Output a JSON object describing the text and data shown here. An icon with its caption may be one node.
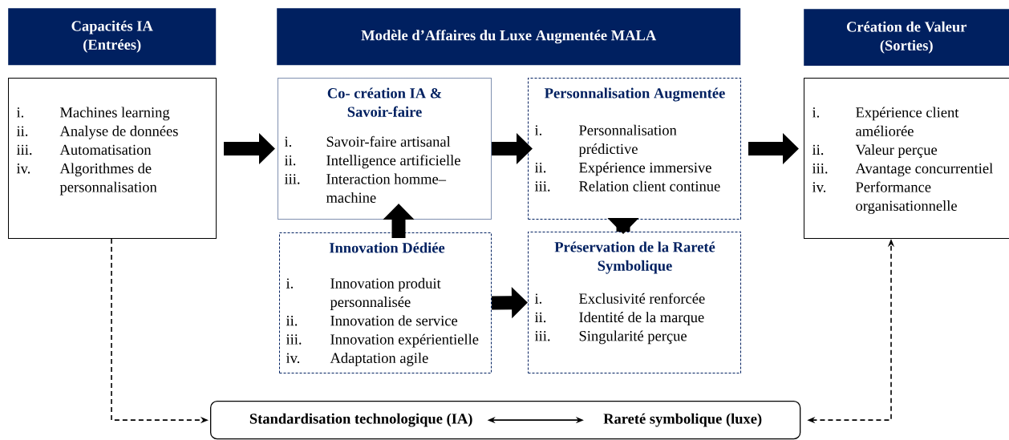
{
  "diagram": {
    "nodes": [
      {
        "text": [
          "Capacités IA (Entrées)"
        ]
      },
      {
        "text": [
          "i.",
          "Machines learning",
          "ii.",
          "Analyse de données",
          "iii.",
          "Automatisation",
          "iv.",
          "Algorithmes de personnalisation"
        ]
      },
      {
        "text": [
          "Modèle d’Affaires du Luxe Augmentée MALA"
        ]
      },
      {
        "text": [
          "Co- création IA & Savoir-faire",
          "i.",
          "Savoir-faire artisanal",
          "ii.",
          "Intelligence artificielle",
          "iii.",
          "Interaction homme– machine"
        ]
      },
      {
        "text": [
          "Personnalisation Augmentée",
          "i.",
          "Personnalisation prédictive",
          "ii.",
          "Expérience immersive",
          "iii.",
          "Relation client continue"
        ]
      },
      {
        "text": [
          "Innovation Dédiée",
          "i.",
          "Innovation produit personnalisée",
          "ii.",
          "Innovation de service",
          "iii.",
          "Innovation expérientielle",
          "iv.",
          "Adaptation agile"
        ]
      },
      {
        "text": [
          "Préservation de la Rareté Symbolique",
          "i.",
          "Exclusivité renforcée",
          "ii.",
          "Identité de la marque",
          "iii.",
          "Singularité perçue"
        ]
      },
      {
        "text": [
          "Création de Valeur (Sorties)"
        ]
      },
      {
        "text": [
          "i.",
          "Expérience client améliorée",
          "ii.",
          "Valeur perçue",
          "iii.",
          "Avantage concurrentiel",
          "iv.",
          "Performance organisationnelle"
        ]
      },
      {
        "text": [],
        "shape": "box"
      },
      {
        "text": [
          "Standardisation technologique (IA)"
        ],
        "in": 9
      },
      {
        "text": [
          "Rareté symbolique (luxe)"
        ],
        "in": 9
      }
    ],
    "edges": [
      {
        "from": 1,
        "to": 3,
        "arrow": "to"
      },
      {
        "from": 5,
        "to": 3,
        "arrow": "to"
      },
      {
        "from": 3,
        "to": 4,
        "arrow": "to"
      },
      {
        "from": 4,
        "to": 6,
        "arrow": "to"
      },
      {
        "from": 5,
        "to": 6,
        "arrow": "to"
      },
      {
        "from": 4,
        "to": 8,
        "arrow": "to"
      },
      {
        "from": 1,
        "to": 9,
        "arrow": "to",
        "style": "dashed"
      },
      {
        "from": 9,
        "to": 8,
        "arrow": "both",
        "style": "dashed"
      },
      {
        "from": 10,
        "to": 11,
        "arrow": "both"
      }
    ]
  }
}
